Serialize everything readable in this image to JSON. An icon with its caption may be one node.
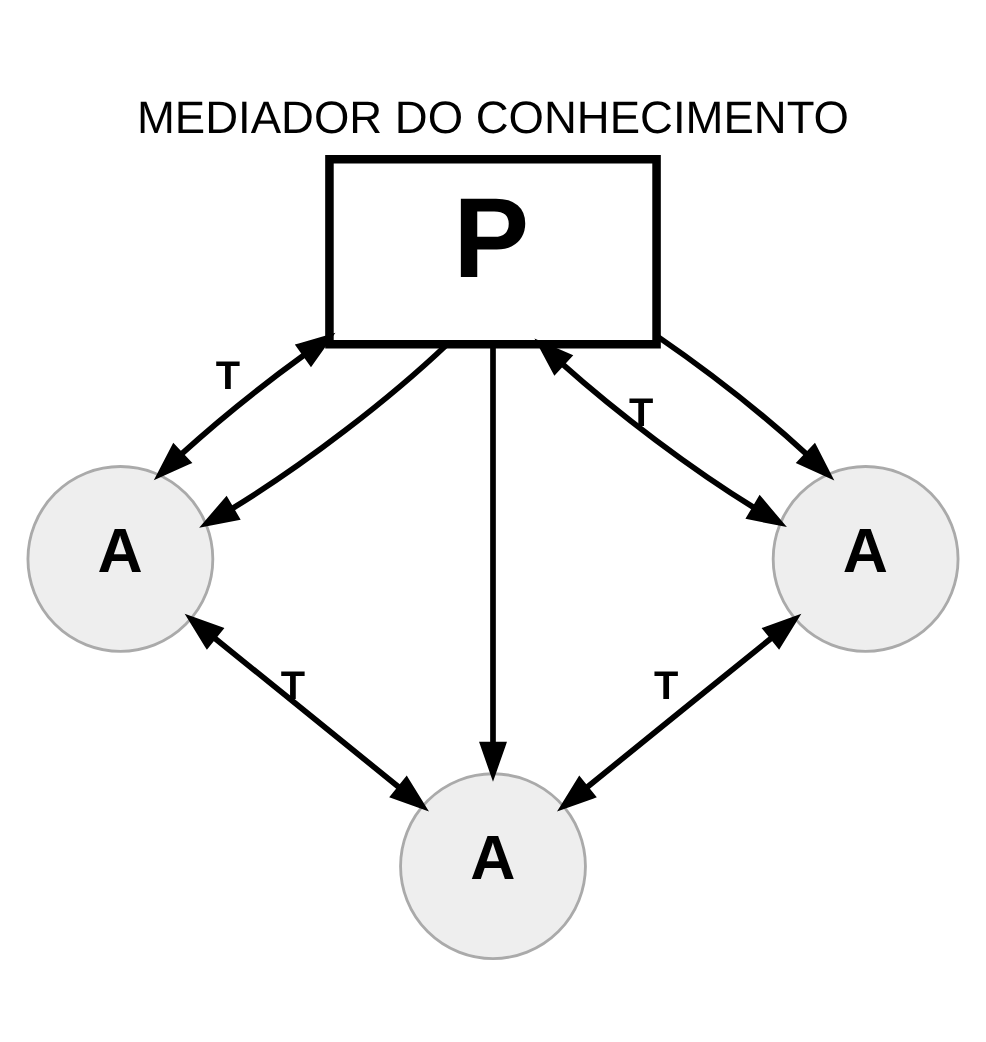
{
  "diagram": {
    "title": "MEDIADOR DO CONHECIMENTO",
    "nodes": [
      {
        "text": [
          "P"
        ]
      },
      {
        "text": [
          "A"
        ]
      },
      {
        "text": [
          "A"
        ]
      },
      {
        "text": [
          "A"
        ]
      }
    ],
    "edges": [
      {
        "from": 0,
        "to": 1,
        "arrow": "both",
        "label": "T"
      },
      {
        "from": 0,
        "to": 3,
        "arrow": "both",
        "label": "T"
      },
      {
        "from": 0,
        "to": 1,
        "arrow": "to"
      },
      {
        "from": 0,
        "to": 2,
        "arrow": "to"
      },
      {
        "from": 0,
        "to": 3,
        "arrow": "to"
      },
      {
        "from": 1,
        "to": 2,
        "arrow": "both",
        "label": "T"
      },
      {
        "from": 3,
        "to": 2,
        "arrow": "both",
        "label": "T"
      }
    ]
  }
}
